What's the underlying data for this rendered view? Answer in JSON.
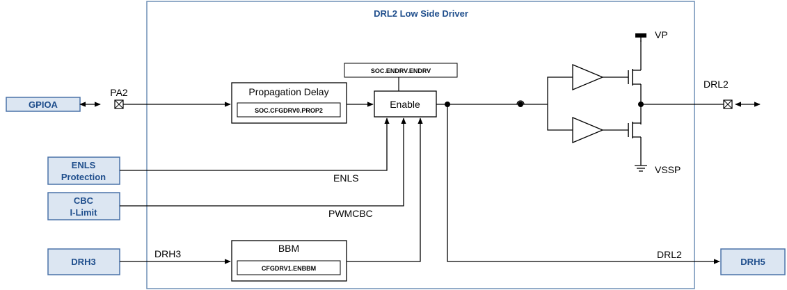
{
  "title": "DRL2 Low Side Driver",
  "colors": {
    "frame": "#6e8fb5",
    "ext_fill": "#dce6f2",
    "ext_border": "#4a72a8",
    "ext_text": "#1f4e8c",
    "wire": "#000000"
  },
  "external_blocks": {
    "gpioa": "GPIOA",
    "enls_line1": "ENLS",
    "enls_line2": "Protection",
    "cbc_line1": "CBC",
    "cbc_line2": "I-Limit",
    "drh3": "DRH3",
    "drh5": "DRH5"
  },
  "blocks": {
    "propagation_delay": {
      "label": "Propagation Delay",
      "register": "SOC.CFGDRV0.PROP2"
    },
    "enable": {
      "label": "Enable",
      "register": "SOC.ENDRV.ENDRV"
    },
    "bbm": {
      "label": "BBM",
      "register": "CFGDRV1.ENBBM"
    }
  },
  "signals": {
    "pa2": "PA2",
    "enls": "ENLS",
    "pwmcbc": "PWMCBC",
    "drh3": "DRH3",
    "drl2_out": "DRL2",
    "drl2_internal": "DRL2",
    "vp": "VP",
    "vssp": "VSSP"
  }
}
